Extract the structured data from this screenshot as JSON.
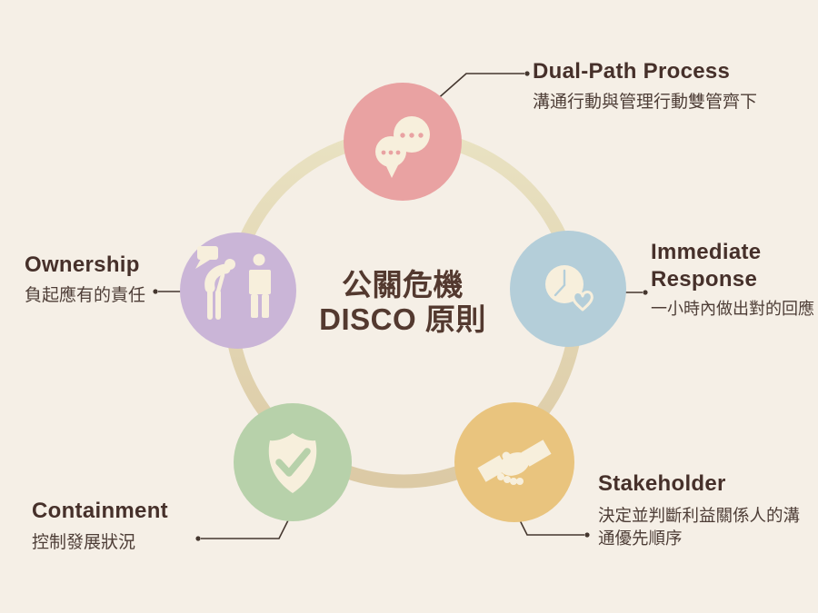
{
  "center": {
    "line1": "公關危機",
    "line2": "DISCO 原則"
  },
  "nodes": {
    "dual_path": {
      "label": "Dual-Path Process",
      "desc": "溝通行動與管理行動雙管齊下",
      "color": "#e9a2a2",
      "icon": "speech-bubbles-icon"
    },
    "immediate": {
      "label_line1": "Immediate",
      "label_line2": "Response",
      "desc": "一小時內做出對的回應",
      "color": "#b4ced9",
      "icon": "clock-heart-icon"
    },
    "stakeholder": {
      "label": "Stakeholder",
      "desc_line1": "決定並判斷利益關係人的溝",
      "desc_line2": "通優先順序",
      "color": "#e9c47e",
      "icon": "handshake-icon"
    },
    "containment": {
      "label": "Containment",
      "desc": "控制發展狀況",
      "color": "#b7d1aa",
      "icon": "shield-check-icon"
    },
    "ownership": {
      "label": "Ownership",
      "desc": "負起應有的責任",
      "color": "#cab5d7",
      "icon": "people-apology-icon"
    }
  },
  "colors": {
    "background": "#f5efe6",
    "ring_top": "#e9e2c2",
    "ring_bottom": "#dccaa5",
    "icon_fill": "#f7efdc",
    "heading_text": "#46302a",
    "body_text": "#4e3e37",
    "center_text": "#53392f",
    "connector": "#44362e"
  }
}
